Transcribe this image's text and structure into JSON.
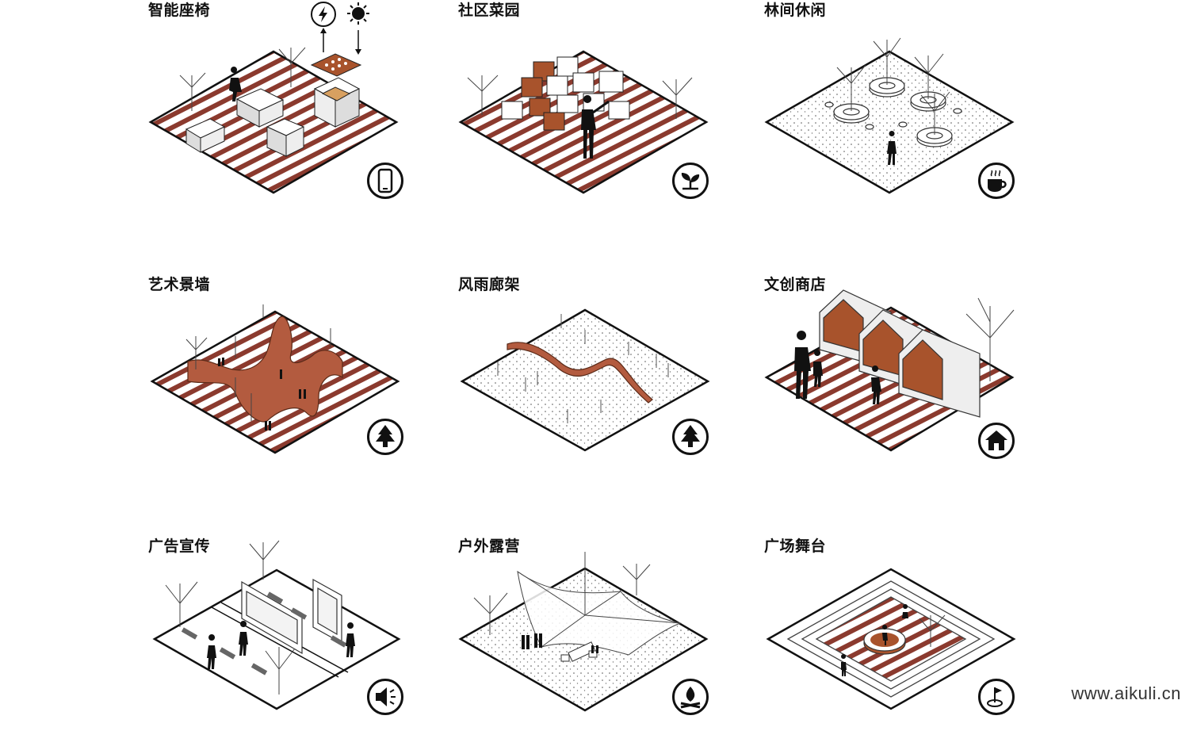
{
  "panels": [
    {
      "title": "智能座椅",
      "icon": "smartphone-icon"
    },
    {
      "title": "社区菜园",
      "icon": "sprout-icon"
    },
    {
      "title": "林间休闲",
      "icon": "coffee-cup-icon"
    },
    {
      "title": "艺术景墙",
      "icon": "tree-icon"
    },
    {
      "title": "风雨廊架",
      "icon": "tree-icon"
    },
    {
      "title": "文创商店",
      "icon": "house-icon"
    },
    {
      "title": "广告宣传",
      "icon": "speaker-icon"
    },
    {
      "title": "户外露营",
      "icon": "campfire-icon"
    },
    {
      "title": "广场舞台",
      "icon": "golf-flag-icon"
    }
  ],
  "extra_icons": {
    "lightning": "lightning-icon",
    "sun": "sun-icon"
  },
  "watermark": "www.aikuli.cn",
  "colors": {
    "deck_stripe": "#8b3a2e",
    "accent_brown": "#a8532c",
    "outline": "#111111"
  }
}
